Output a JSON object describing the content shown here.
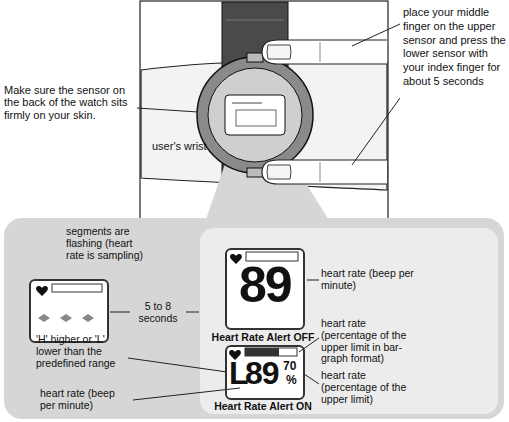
{
  "diagram": {
    "nodes": [
      {
        "text": [
          "89",
          "Heart Rate Alert OFF"
        ]
      },
      {
        "text": [
          "L",
          "89",
          "70",
          "%",
          "Heart Rate Alert ON"
        ]
      }
    ],
    "labels": [
      "Make sure the sensor on the back of the watch sits firmly on your skin.",
      "place your middle finger on the upper sensor and press the lower sensor with your index finger for about 5 seconds",
      "user's wrist",
      "segments are flashing (heart rate is sampling)",
      "5 to 8 seconds",
      "heart rate (beep per minute)",
      "heart rate (percentage of the upper limit in bar-graph format)",
      "heart rate (percentage of the upper limit)",
      "'H' higher or 'L' lower than the predefined range",
      "heart rate (beep per minute)"
    ]
  }
}
